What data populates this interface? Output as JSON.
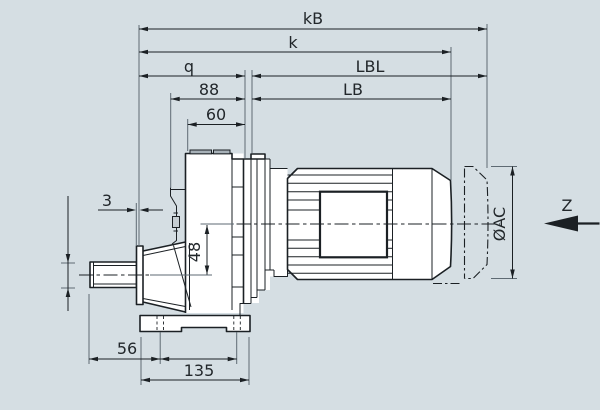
{
  "title": "Gearmotor dimension drawing, side view",
  "dims": {
    "kB": "kB",
    "k": "k",
    "q": "q",
    "LBL": "LBL",
    "LB": "LB",
    "n88": "88",
    "n60": "60",
    "n3": "3",
    "n48": "48",
    "n56": "56",
    "n135": "135",
    "AC": "ØAC",
    "Z": "Z"
  },
  "colors": {
    "background": "#d5dee3",
    "line": "#1b2024",
    "extension": "#5e6a73",
    "text": "#22272b",
    "fill": "#ffffff",
    "lug": "#a7b1b8"
  }
}
